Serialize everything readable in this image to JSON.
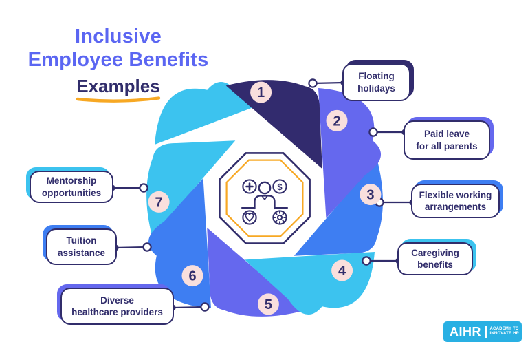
{
  "title": {
    "line1": "Inclusive",
    "line2": "Employee Benefits",
    "line3": "Examples"
  },
  "colors": {
    "title_blue": "#5b66f2",
    "navy": "#312d6b",
    "periwinkle": "#6568ee",
    "blue": "#3e7ef2",
    "cyan": "#3cc3ef",
    "badge_bg": "#f9dfdd",
    "underline_orange": "#f7a823",
    "emblem_orange": "#f7a823",
    "logo_bg": "#29b0e3"
  },
  "diagram": {
    "segments": [
      {
        "number": "1",
        "lines": [
          "Floating",
          "holidays"
        ],
        "color": "#322b6e"
      },
      {
        "number": "2",
        "lines": [
          "Paid leave",
          "for all parents"
        ],
        "color": "#6568ee"
      },
      {
        "number": "3",
        "lines": [
          "Flexible working",
          "arrangements"
        ],
        "color": "#3e7ef2"
      },
      {
        "number": "4",
        "lines": [
          "Caregiving",
          "benefits"
        ],
        "color": "#3cc3ef"
      },
      {
        "number": "5",
        "lines": [
          "Diverse",
          "healthcare providers"
        ],
        "color": "#6568ee"
      },
      {
        "number": "6",
        "lines": [
          "Tuition",
          "assistance"
        ],
        "color": "#3e7ef2"
      },
      {
        "number": "7",
        "lines": [
          "Mentorship",
          "opportunities"
        ],
        "color": "#3cc3ef"
      }
    ],
    "center_icon": "person-with-benefits-icon"
  },
  "logo": {
    "name": "AIHR",
    "tagline_line1": "ACADEMY TO",
    "tagline_line2": "INNOVATE HR"
  }
}
